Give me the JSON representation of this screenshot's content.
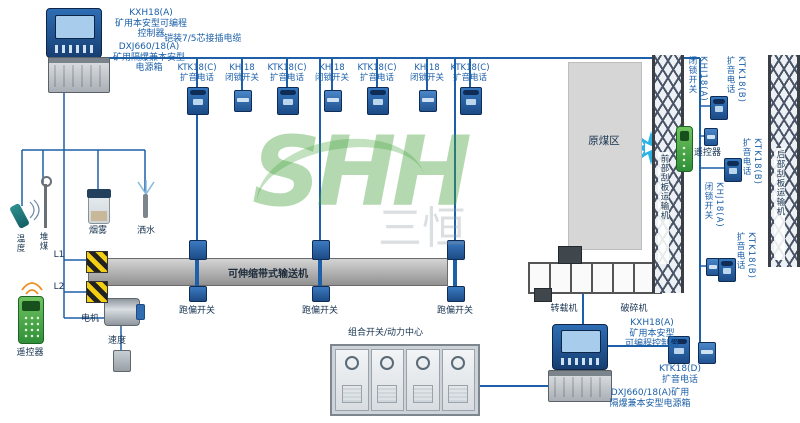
{
  "colors": {
    "wire": "#1d5fa8",
    "label_blue": "#1b5fa8",
    "label_dark": "#16324f",
    "watermark_green": "#45a33c"
  },
  "watermark": {
    "logo": "SHH",
    "subtext": "三恒"
  },
  "top_left": {
    "controller": "KXH18(A)\n矿用本安型可编程\n控制器",
    "power": "DXJ660/18(A)\n矿用隔爆兼本安型\n电源箱",
    "cable": "铠装7/5芯接插电缆"
  },
  "top_devices": [
    {
      "label": "KTK18(C)\n扩音电话"
    },
    {
      "label": "KHJ18\n闭锁开关"
    },
    {
      "label": "KTK18(C)\n扩音电话"
    },
    {
      "label": "KHJ18\n闭锁开关"
    },
    {
      "label": "KTK18(C)\n扩音电话"
    },
    {
      "label": "KHJ18\n闭锁开关"
    },
    {
      "label": "KTK18(C)\n扩音电话"
    }
  ],
  "left": {
    "temperature": "温度",
    "coal_pile": "堆煤",
    "smoke": "烟雾",
    "spray": "洒水",
    "l1": "L1",
    "l2": "L2",
    "remote": "遥控器",
    "motor": "电机",
    "speed": "速度"
  },
  "conveyor": {
    "belt": "可伸缩带式输送机",
    "deviation": [
      "跑偏开关",
      "跑偏开关",
      "跑偏开关"
    ],
    "transfer": "转载机",
    "crusher": "破碎机"
  },
  "right": {
    "raw_coal": "原煤区",
    "front_scraper": "前部刮板运输机",
    "rear_scraper": "后部刮板运输机",
    "remote": "遥控器",
    "dev1": "KHJ18(A)\n闭锁开关",
    "dev2": "KTK18(B)\n扩音电话",
    "dev3": "KTK18(B)\n扩音电话",
    "dev4": "KHJ18(A)\n闭锁开关",
    "dev5": "KTK18(B)\n扩音电话"
  },
  "bottom": {
    "cabinet": "组合开关/动力中心",
    "controller": "KXH18(A)\n矿用本安型\n可编程控制器",
    "phone": "KTK18(D)\n扩音电话",
    "power": "DXJ660/18(A)矿用\n隔爆兼本安型电源箱"
  }
}
